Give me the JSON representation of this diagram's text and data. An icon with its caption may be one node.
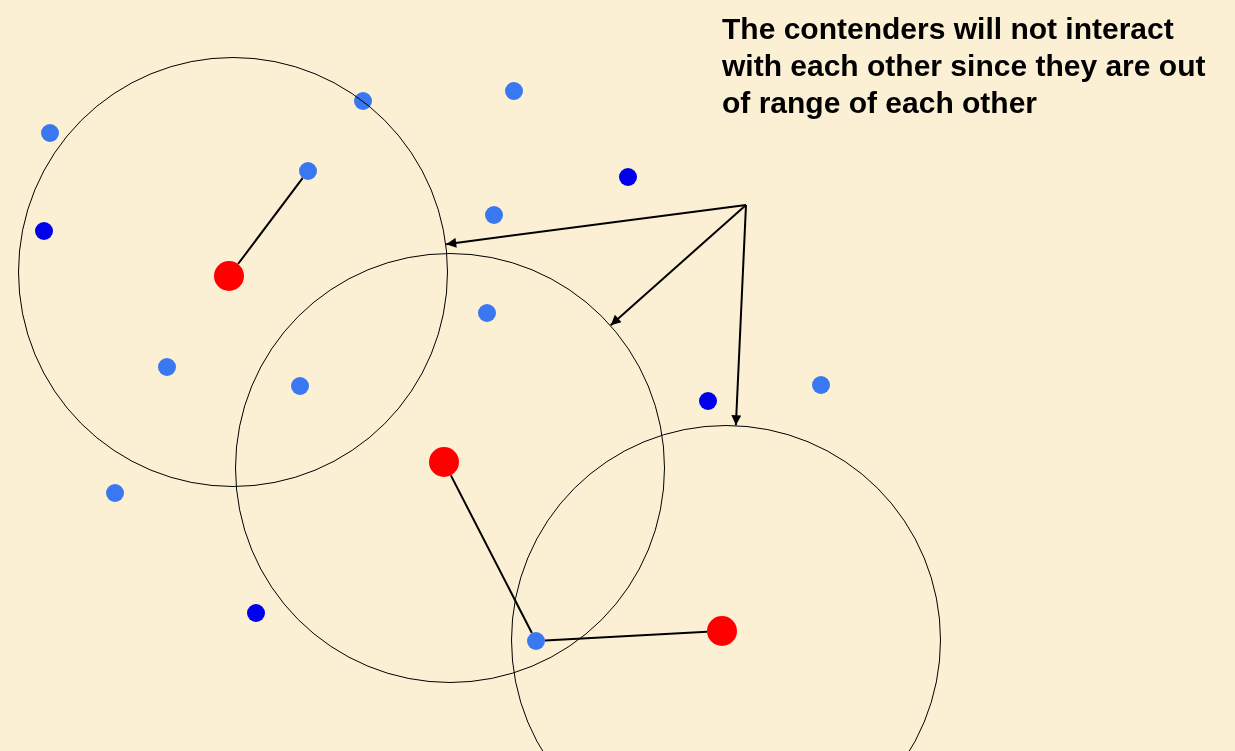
{
  "diagram": {
    "nodes": [
      {
        "text": [
          "The contenders will not interact with each other since they are out of range of each other"
        ]
      },
      {
        "text": [],
        "shape": "circle"
      },
      {
        "text": [],
        "shape": "circle"
      },
      {
        "text": [],
        "shape": "circle"
      },
      {
        "text": [],
        "shape": "circle",
        "in": 1
      },
      {
        "text": [],
        "shape": "circle",
        "in": 1
      },
      {
        "text": [],
        "shape": "circle",
        "in": 2
      },
      {
        "text": [],
        "shape": "circle"
      },
      {
        "text": [],
        "shape": "circle",
        "in": 3
      }
    ],
    "edges": [
      {
        "from": 0,
        "to": 1,
        "arrow": "to"
      },
      {
        "from": 0,
        "to": 2,
        "arrow": "to"
      },
      {
        "from": 0,
        "to": 3,
        "arrow": "to"
      },
      {
        "from": 4,
        "to": 5,
        "arrow": "none"
      },
      {
        "from": 6,
        "to": 7,
        "arrow": "none"
      },
      {
        "from": 8,
        "to": 7,
        "arrow": "none"
      }
    ]
  }
}
